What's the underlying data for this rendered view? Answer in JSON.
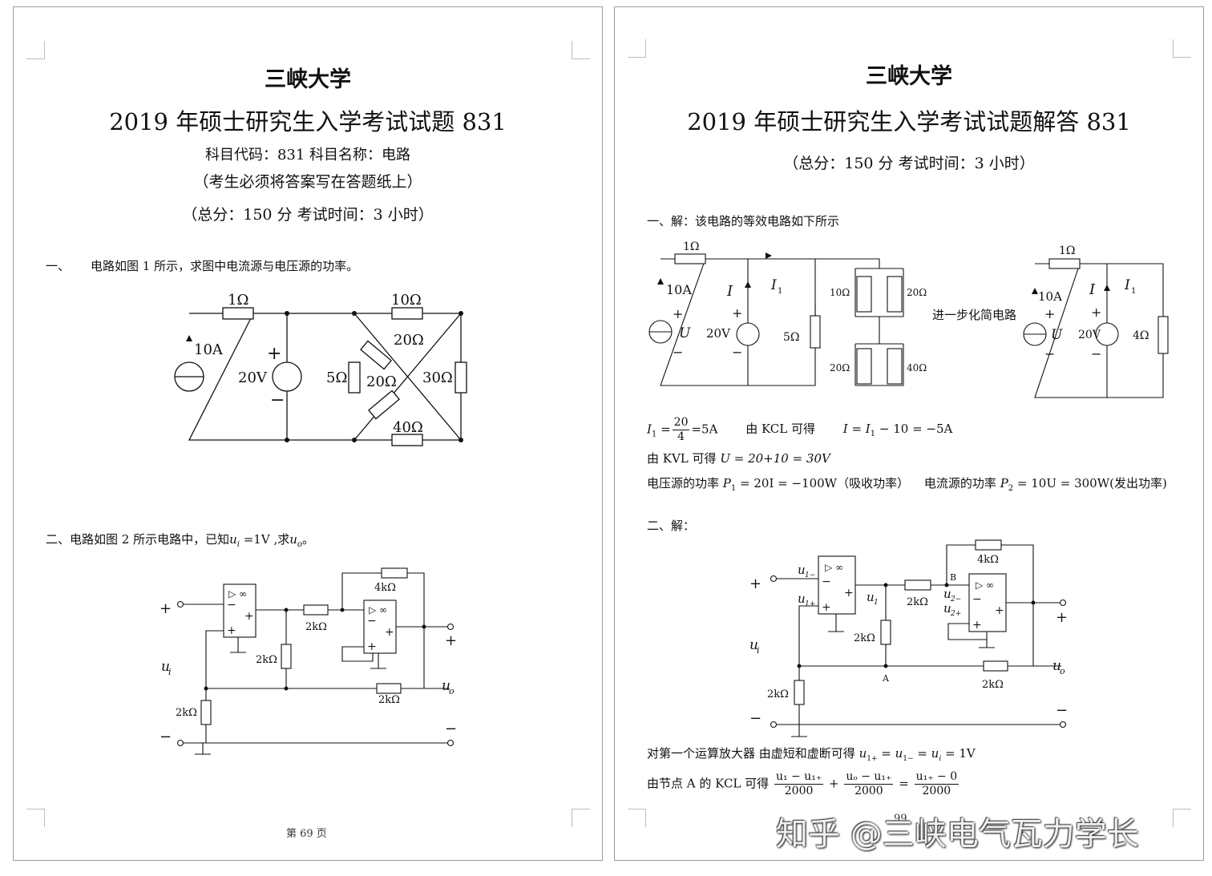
{
  "left": {
    "university": "三峡大学",
    "title": "2019 年硕士研究生入学考试试题 831",
    "subject_line": "科目代码：831    科目名称：电路",
    "note": "（考生必须将答案写在答题纸上）",
    "score_time": "（总分：150 分    考试时间：3 小时）",
    "q1": {
      "number": "一、",
      "text": "电路如图 1 所示，求图中电流源与电压源的功率。",
      "labels": {
        "r1": "1Ω",
        "r10": "10Ω",
        "r20a": "20Ω",
        "r20b": "20Ω",
        "r5": "5Ω",
        "r30": "30Ω",
        "r40": "40Ω",
        "is": "10A",
        "vs": "20V",
        "plus": "+",
        "minus": "−"
      }
    },
    "q2": {
      "text_prefix": "二、电路如图 2 所示电路中，已知",
      "given": "u",
      "given_sub": "i",
      "given_val": " =1V ,求",
      "find": "u",
      "find_sub": "o",
      "suffix": "。",
      "labels": {
        "r4k": "4kΩ",
        "r2ka": "2kΩ",
        "r2kb": "2kΩ",
        "r2kc": "2kΩ",
        "r2kd": "2kΩ",
        "ui": "u",
        "ui_sub": "i",
        "uo": "u",
        "uo_sub": "o",
        "plus": "+",
        "minus": "−",
        "op": "▷ ∞"
      }
    },
    "footer": "第  69  页"
  },
  "right": {
    "university": "三峡大学",
    "title": "2019 年硕士研究生入学考试试题解答 831",
    "score_time": "（总分：150 分    考试时间：3 小时）",
    "s1_heading": "一、解：该电路的等效电路如下所示",
    "s1_circuit": {
      "r1": "1Ω",
      "is": "10A",
      "I": "I",
      "I1": "I",
      "I1_sub": "1",
      "U": "U",
      "vs": "20V",
      "r5": "5Ω",
      "r10": "10Ω",
      "r20a": "20Ω",
      "r20b": "20Ω",
      "r40": "40Ω",
      "plus": "+",
      "minus": "−"
    },
    "simplify_text": "进一步化简电路",
    "s1_circuit2": {
      "r1": "1Ω",
      "is": "10A",
      "I": "I",
      "I1": "I",
      "I1_sub": "1",
      "U": "U",
      "vs": "20V",
      "r4": "4Ω",
      "plus": "+",
      "minus": "−"
    },
    "eq1": {
      "lhs": "I",
      "lhs_sub": "1",
      "num": "20",
      "den": "4",
      "rhs": "=5A",
      "kcl": "由 KCL 可得",
      "i_eq": "I = I",
      "i_sub": "1",
      "i_rhs": " − 10 = −5A"
    },
    "eq2": {
      "prefix": "由 KVL 可得",
      "body": "U = 20+10 = 30V"
    },
    "eq3": {
      "p1_prefix": "电压源的功率",
      "p1": "P",
      "p1_sub": "1",
      "p1_rhs": " = 20I = −100W（吸收功率）",
      "p2_prefix": "电流源的功率",
      "p2": "P",
      "p2_sub": "2",
      "p2_rhs": " = 10U = 300W(发出功率)"
    },
    "s2_heading": "二、解：",
    "s2_circuit": {
      "u1m": "u",
      "u1m_sub": "1−",
      "u1p": "u",
      "u1p_sub": "1+",
      "u1": "u",
      "u1_sub": "1",
      "u2m": "u",
      "u2m_sub": "2−",
      "u2p": "u",
      "u2p_sub": "2+",
      "B": "B",
      "A": "A",
      "r4k": "4kΩ",
      "r2ka": "2kΩ",
      "r2kb": "2kΩ",
      "r2kc": "2kΩ",
      "r2kd": "2kΩ",
      "ui": "u",
      "ui_sub": "i",
      "uo": "u",
      "uo_sub": "o",
      "plus": "+",
      "minus": "−",
      "op": "▷ ∞"
    },
    "eq4": {
      "prefix": "对第一个运算放大器 由虚短和虚断可得",
      "body": "u",
      "s1": "1+",
      "mid": " = u",
      "s2": "1−",
      "mid2": " = u",
      "s3": "i",
      "rhs": " = 1V"
    },
    "eq5": {
      "prefix": "由节点 A 的 KCL 可得",
      "f1_num": "u₁ − u₁₊",
      "f1_den": "2000",
      "plus": "+",
      "f2_num": "uₒ − u₁₊",
      "f2_den": "2000",
      "eq": "=",
      "f3_num": "u₁₊ − 0",
      "f3_den": "2000"
    },
    "footer_partial": "99"
  },
  "watermark": "知乎 @三峡电气瓦力学长"
}
